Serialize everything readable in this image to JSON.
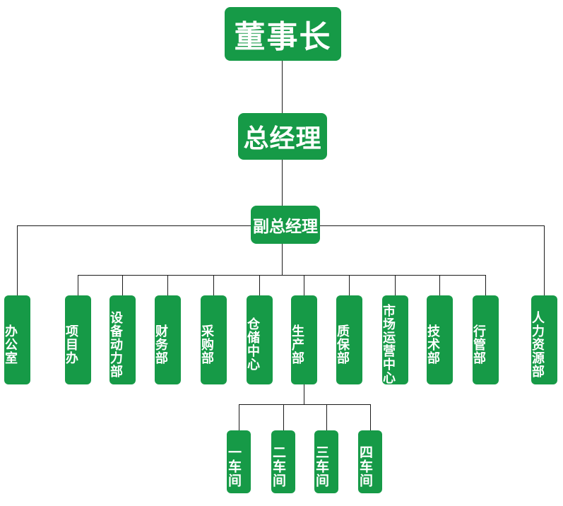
{
  "org_chart": {
    "colors": {
      "node_fill": "#169a47",
      "node_text": "#ffffff",
      "connector": "#1a1a1a",
      "background": "#ffffff"
    },
    "root": {
      "label": "董事长"
    },
    "level2": {
      "label": "总经理"
    },
    "level3": {
      "label": "副总经理"
    },
    "departments": [
      {
        "label": "办公室"
      },
      {
        "label": "项目办"
      },
      {
        "label": "设备动力部"
      },
      {
        "label": "财务部"
      },
      {
        "label": "采购部"
      },
      {
        "label": "仓储中心"
      },
      {
        "label": "生产部"
      },
      {
        "label": "质保部"
      },
      {
        "label": "市场运营中心"
      },
      {
        "label": "技术部"
      },
      {
        "label": "行管部"
      },
      {
        "label": "人力资源部"
      }
    ],
    "workshops_parent": "生产部",
    "workshops": [
      {
        "label": "一车间"
      },
      {
        "label": "二车间"
      },
      {
        "label": "三车间"
      },
      {
        "label": "四车间"
      }
    ]
  }
}
